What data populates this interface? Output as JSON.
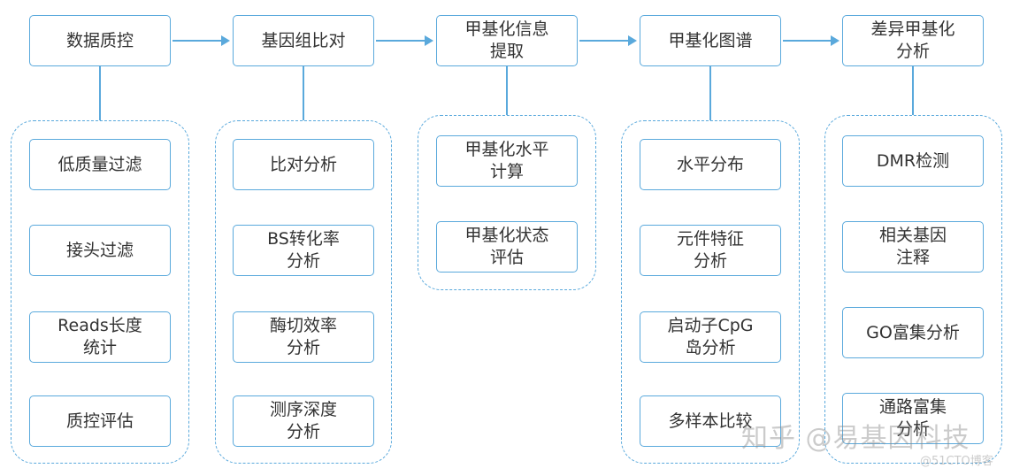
{
  "stages": [
    {
      "title": "数据质控",
      "steps": [
        "低质量过滤",
        "接头过滤",
        "Reads长度\n统计",
        "质控评估"
      ]
    },
    {
      "title": "基因组比对",
      "steps": [
        "比对分析",
        "BS转化率\n分析",
        "酶切效率\n分析",
        "测序深度\n分析"
      ]
    },
    {
      "title": "甲基化信息\n提取",
      "steps": [
        "甲基化水平\n计算",
        "甲基化状态\n评估"
      ]
    },
    {
      "title": "甲基化图谱",
      "steps": [
        "水平分布",
        "元件特征\n分析",
        "启动子CpG\n岛分析",
        "多样本比较"
      ]
    },
    {
      "title": "差异甲基化\n分析",
      "steps": [
        "DMR检测",
        "相关基因\n注释",
        "GO富集分析",
        "通路富集\n分析"
      ]
    }
  ],
  "watermark": {
    "main": "知乎 @易基因科技",
    "sub": "@51CTO博客"
  },
  "colors": {
    "accent": "#5aa9dc",
    "text": "#333333"
  }
}
